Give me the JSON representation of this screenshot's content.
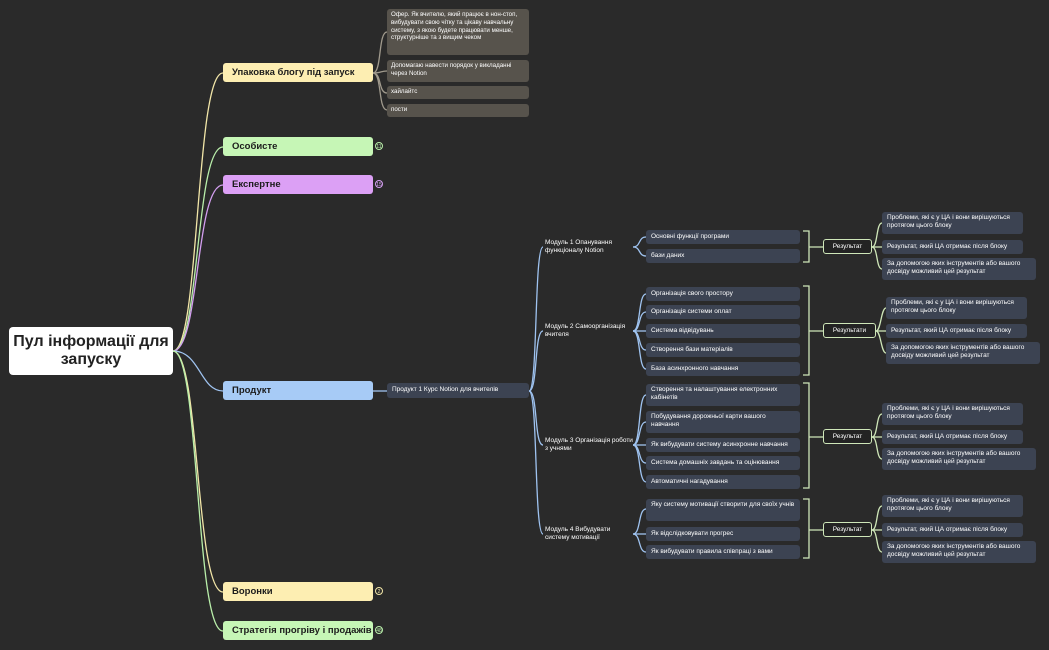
{
  "root": {
    "label": "Пул інформації для запуску"
  },
  "topics": [
    {
      "label": "Упаковка блогу під запуск"
    },
    {
      "label": "Особисте",
      "badge": "11"
    },
    {
      "label": "Експертне",
      "badge": "15"
    },
    {
      "label": "Продукт"
    },
    {
      "label": "Воронки",
      "badge": "2"
    },
    {
      "label": "Стратегія прогріву і продажів",
      "badge": "48"
    }
  ],
  "upakovka_notes": [
    "Офер. Як вчителю, який працює в нон-стоп, вибудувати свою чітку та цікаву навчальну систему, з якою будете працювати менше, структурніше та з вищим чеком",
    "Допомагаю навести порядок у викладанні через Notion",
    "хайлайтс",
    "пости"
  ],
  "product": {
    "course": "Продукт 1 Курс Notion для вчителів",
    "modules": [
      {
        "label": "Модуль 1 Опанування функціоналу Notion",
        "items": [
          "Основні функції програми",
          "бази даних"
        ],
        "result": "Результат"
      },
      {
        "label": "Модуль 2 Самоорганізація вчителя",
        "items": [
          "Організація свого простору",
          "Організація системи оплат",
          "Система відвідувань",
          "Створення бази матеріалів",
          "База асинхронного навчання"
        ],
        "result": "Результати"
      },
      {
        "label": "Модуль 3 Організація роботи з учнями",
        "items": [
          "Створення та налаштування електронних кабінетів",
          "Побудування дорожньої карти вашого навчання",
          "Як вибудувати систему асинхронне навчання",
          "Система домашніх завдань та оцінювання",
          "Автоматичні нагадування"
        ],
        "result": "Результат"
      },
      {
        "label": "Модуль 4 Вибудувати систему мотивації",
        "items": [
          "Яку систему мотивації створити для своїх учнів",
          "Як відслідковувати прогрес",
          "Як вибудувати правила співпраці з вами"
        ],
        "result": "Результат"
      }
    ],
    "result_details": [
      "Проблеми, які є у ЦА і вони вирішуються протягом цього блоку",
      "Результат, який ЦА отримає після блоку",
      "За допомогою яких інструментів або вашого досвіду можливий цей результат"
    ]
  },
  "colors": {
    "background": "#2a2a2a",
    "yellow": "#fdeeb2",
    "green": "#c6f6b6",
    "purple": "#dca0f5",
    "blue": "#a7cbf6"
  }
}
